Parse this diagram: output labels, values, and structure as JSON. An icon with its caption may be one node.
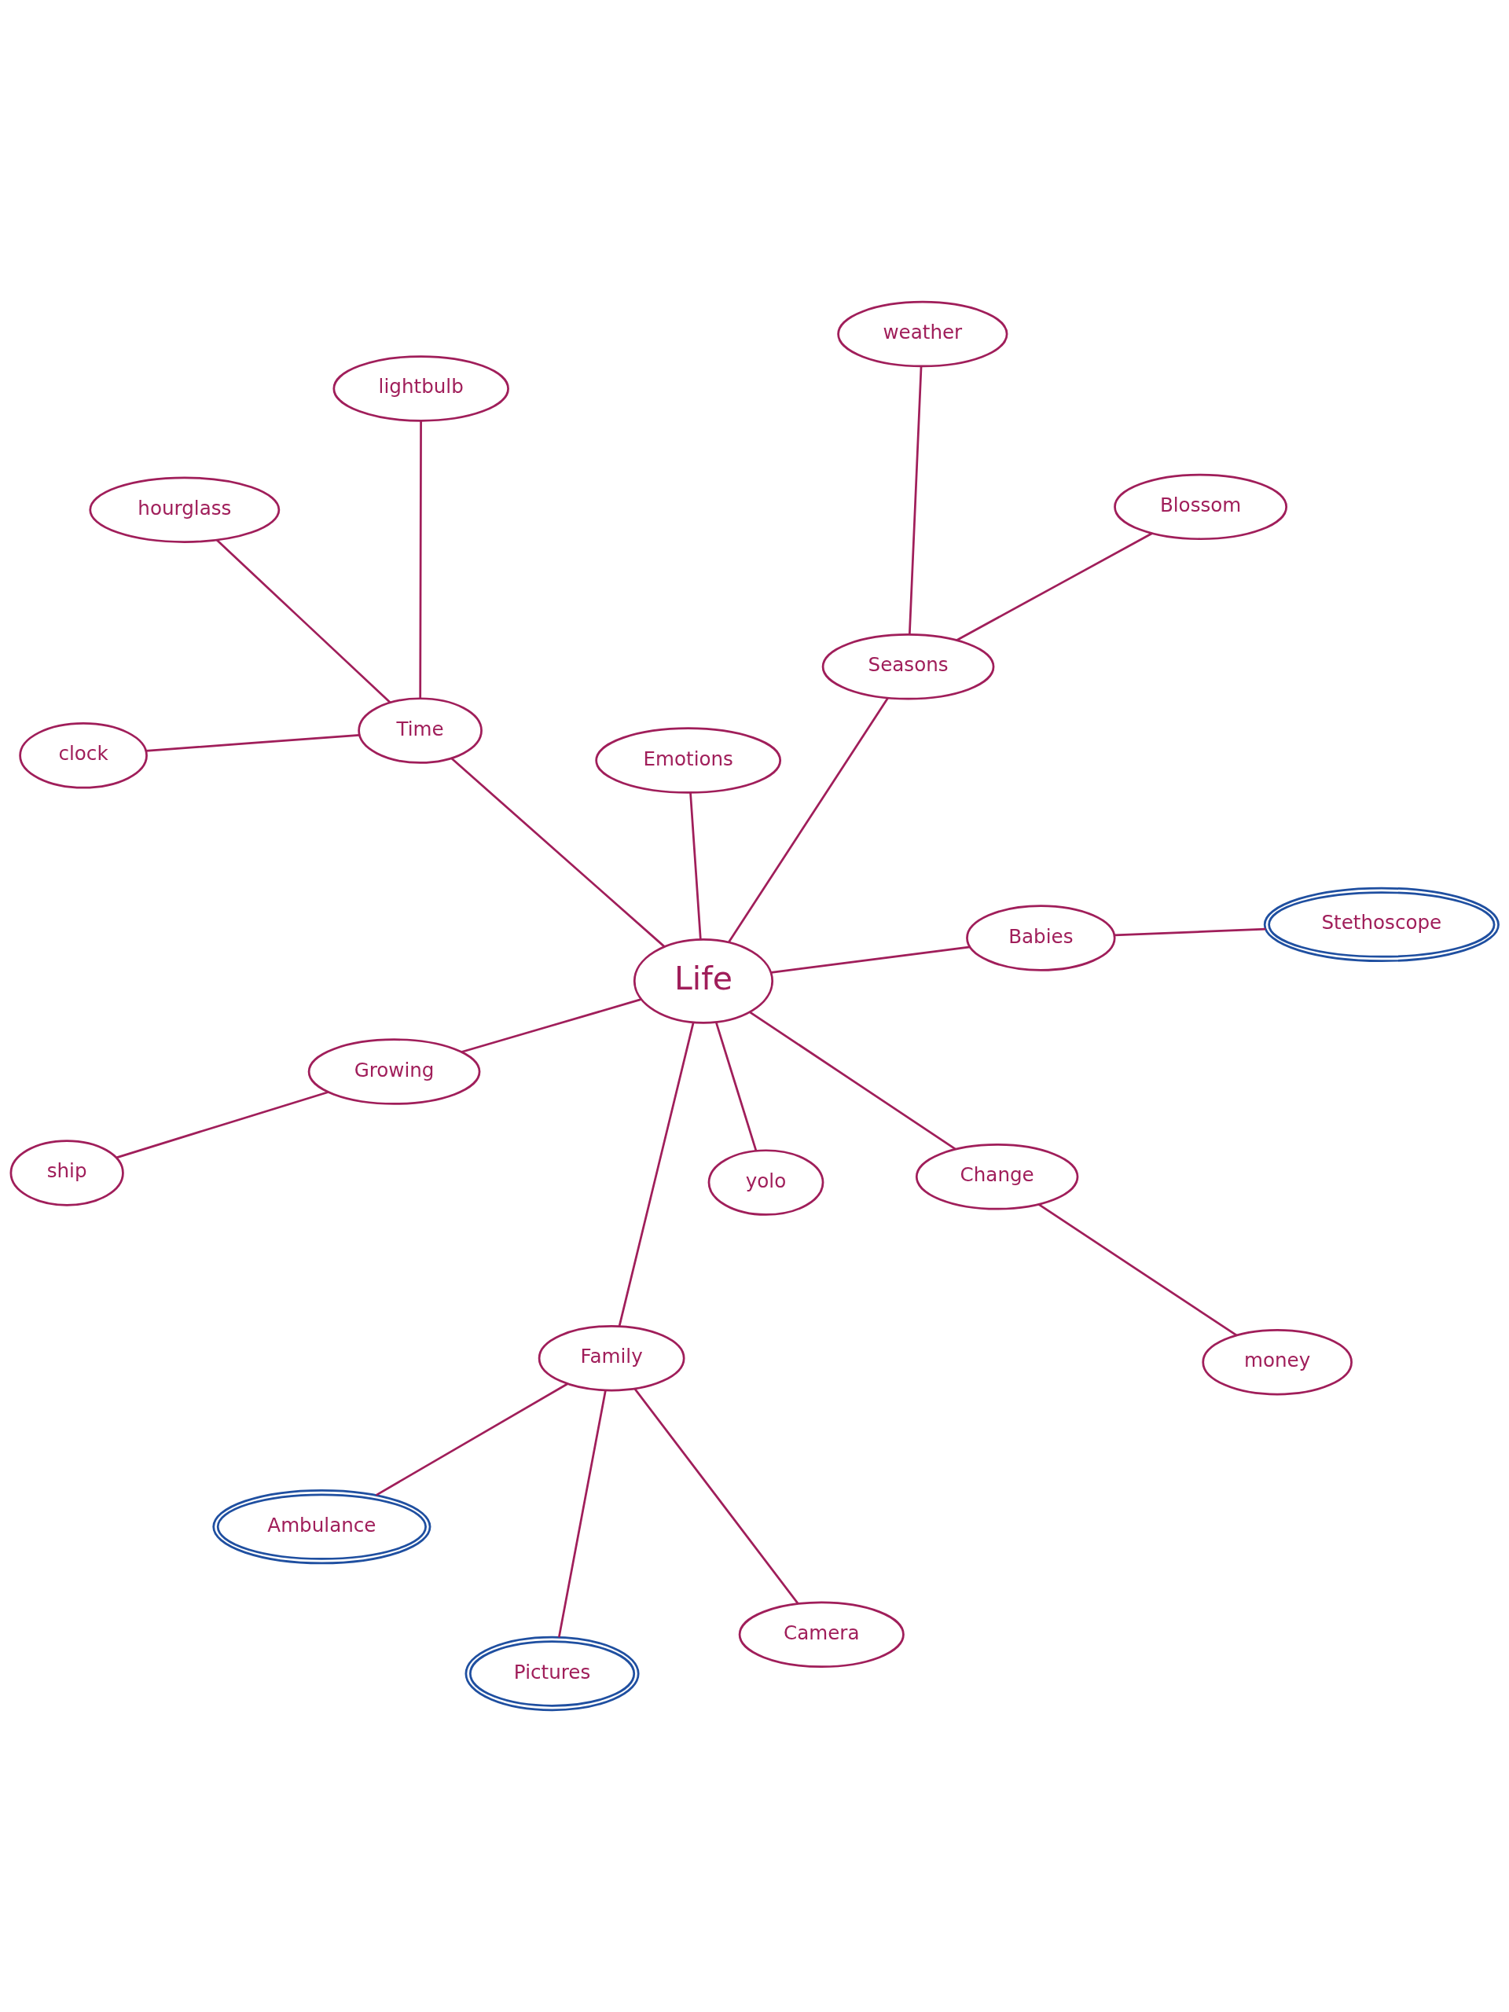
{
  "diagram": {
    "nodes": [
      {
        "text": [
          "Life"
        ]
      },
      {
        "text": [
          "Change"
        ]
      },
      {
        "text": [
          "money"
        ]
      },
      {
        "text": [
          "hourglass"
        ]
      },
      {
        "text": [
          "lightbulb"
        ]
      },
      {
        "text": [
          "Time"
        ]
      },
      {
        "text": [
          "clock"
        ]
      },
      {
        "text": [
          "yolo"
        ]
      },
      {
        "text": [
          "Pictures"
        ]
      },
      {
        "text": [
          "Family"
        ]
      },
      {
        "text": [
          "Camera"
        ]
      },
      {
        "text": [
          "Ambulance"
        ]
      },
      {
        "text": [
          "Emotions"
        ]
      },
      {
        "text": [
          "Babies"
        ]
      },
      {
        "text": [
          "Stethoscope"
        ]
      },
      {
        "text": [
          "Growing"
        ]
      },
      {
        "text": [
          "Seasons"
        ]
      },
      {
        "text": [
          "weather"
        ]
      },
      {
        "text": [
          "ship"
        ]
      },
      {
        "text": [
          "Blossom"
        ]
      }
    ],
    "edges": [
      {
        "from": 0,
        "to": 1,
        "arrow": "none"
      },
      {
        "from": 1,
        "to": 2,
        "arrow": "none"
      },
      {
        "from": 0,
        "to": 5,
        "arrow": "none"
      },
      {
        "from": 5,
        "to": 3,
        "arrow": "none"
      },
      {
        "from": 5,
        "to": 4,
        "arrow": "none"
      },
      {
        "from": 5,
        "to": 6,
        "arrow": "none"
      },
      {
        "from": 0,
        "to": 9,
        "arrow": "none"
      },
      {
        "from": 9,
        "to": 8,
        "arrow": "none"
      },
      {
        "from": 9,
        "to": 10,
        "arrow": "none"
      },
      {
        "from": 9,
        "to": 11,
        "arrow": "none"
      },
      {
        "from": 0,
        "to": 13,
        "arrow": "none"
      },
      {
        "from": 13,
        "to": 14,
        "arrow": "none"
      },
      {
        "from": 0,
        "to": 16,
        "arrow": "none"
      },
      {
        "from": 16,
        "to": 17,
        "arrow": "none"
      },
      {
        "from": 16,
        "to": 19,
        "arrow": "none"
      },
      {
        "from": 0,
        "to": 15,
        "arrow": "none"
      },
      {
        "from": 15,
        "to": 18,
        "arrow": "none"
      },
      {
        "from": 0,
        "to": 12,
        "arrow": "none"
      },
      {
        "from": 0,
        "to": 7,
        "arrow": "none"
      }
    ]
  }
}
